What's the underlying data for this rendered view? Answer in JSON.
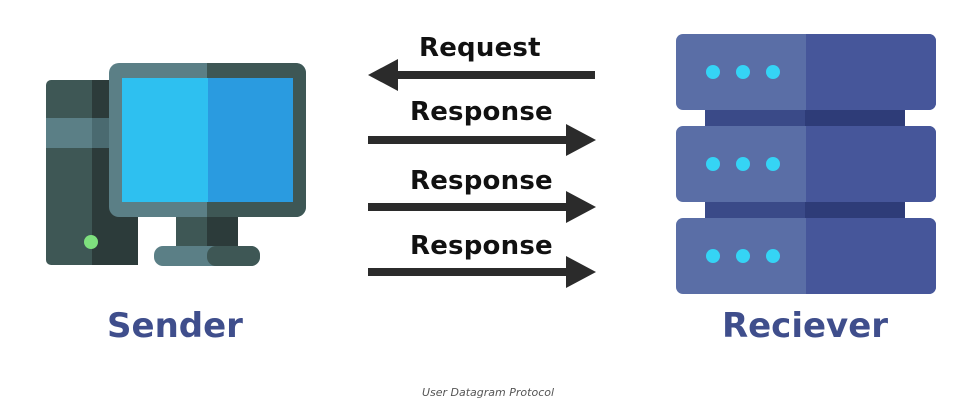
{
  "labels": {
    "request": "Request",
    "response_1": "Response",
    "response_2": "Response",
    "response_3": "Response",
    "sender": "Sender",
    "receiver": "Reciever",
    "caption": "User Datagram Protocol"
  },
  "icons": {
    "sender": "desktop-computer-icon",
    "receiver": "server-rack-icon"
  },
  "colors": {
    "label_accent": "#3F4E8C",
    "arrow": "#2B2B2B",
    "monitor_screen_left": "#2EC0F0",
    "monitor_screen_right": "#2A9BE0",
    "server_light": "#5A6EA6",
    "server_dark": "#46569A",
    "server_led": "#35D4F5"
  }
}
